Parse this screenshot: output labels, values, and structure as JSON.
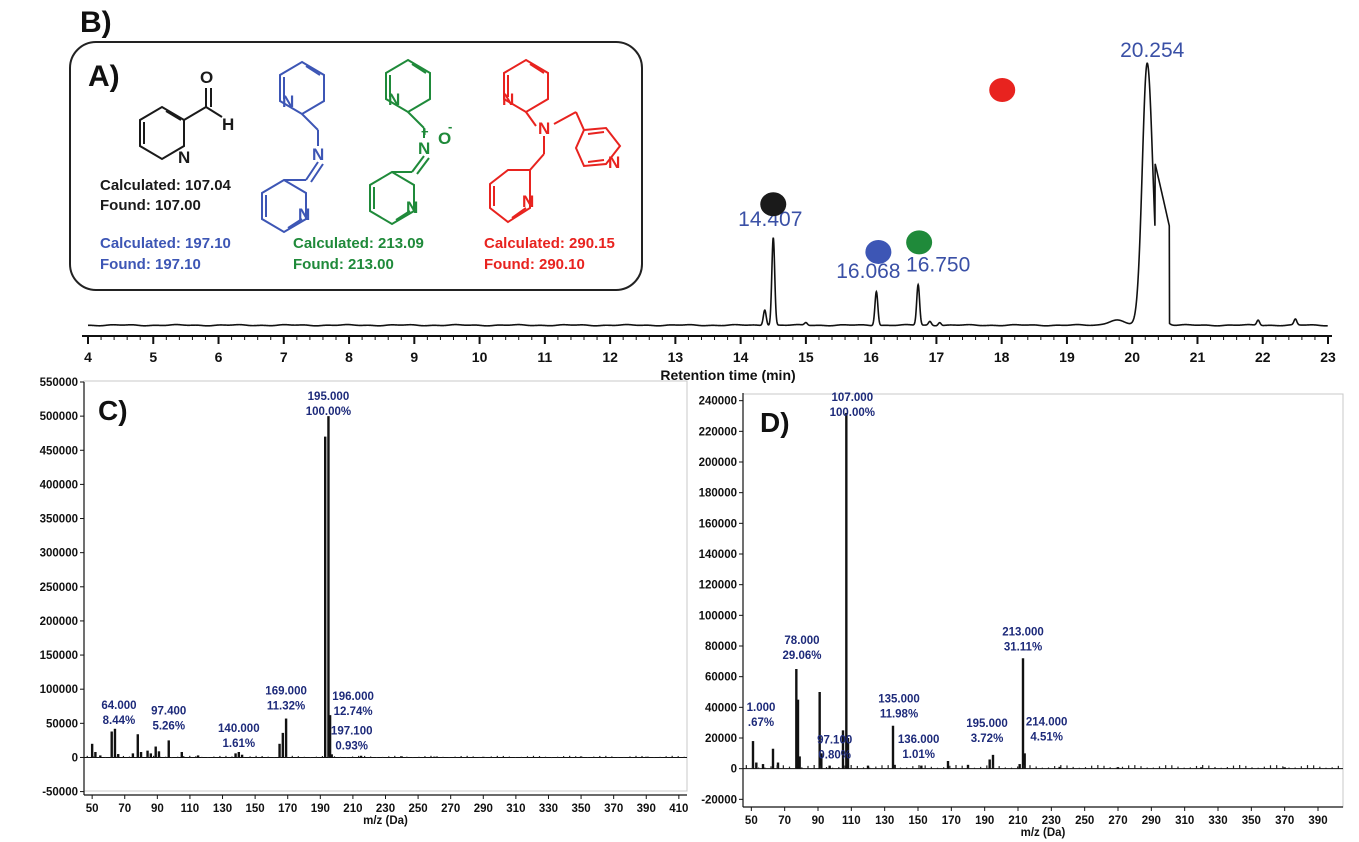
{
  "panel_labels": {
    "a": "A)",
    "b": "B)",
    "c": "C)",
    "d": "D)"
  },
  "colors": {
    "black": "#1a1a1a",
    "blue": "#3d56b5",
    "green": "#1f8a3a",
    "red": "#e8231f",
    "ann": "#1d2a7a",
    "peak_lbl": "#3a50a6"
  },
  "structures": {
    "s1": {
      "calc": "Calculated: 107.04",
      "found": "Found: 107.00",
      "o": "O",
      "h": "H",
      "n": "N"
    },
    "s2": {
      "calc": "Calculated: 197.10",
      "found": "Found: 197.10",
      "n1": "N",
      "n2": "N",
      "n3": "N"
    },
    "s3": {
      "calc": "Calculated: 213.09",
      "found": "Found: 213.00",
      "n1": "N",
      "n2": "N",
      "n3": "N",
      "o": "O",
      "plus": "+",
      "minus": "-"
    },
    "s4": {
      "calc": "Calculated: 290.15",
      "found": "Found: 290.10",
      "n1": "N",
      "n2": "N",
      "n3": "N",
      "n4": "N"
    }
  },
  "chart_data": [
    {
      "type": "line",
      "panel": "B",
      "xlabel": "Retention time (min)",
      "ylabel": "",
      "xlim": [
        4,
        23
      ],
      "xticks": [
        4,
        5,
        6,
        7,
        8,
        9,
        10,
        11,
        12,
        13,
        14,
        15,
        16,
        17,
        18,
        19,
        20,
        21,
        22,
        23
      ],
      "peaks": [
        {
          "label": "14.407",
          "x": 14.5,
          "height": 0.335,
          "marker_color": "#1a1a1a"
        },
        {
          "label": "16.068",
          "x": 16.08,
          "height": 0.13,
          "marker_color": "#3d56b5"
        },
        {
          "label": "16.750",
          "x": 16.72,
          "height": 0.155,
          "marker_color": "#1f8a3a"
        },
        {
          "label": "20.254",
          "x": 20.23,
          "height": 1.0,
          "marker_color": "#e8231f"
        }
      ],
      "minor_peaks": [
        {
          "x": 14.37,
          "height": 0.06
        },
        {
          "x": 15.0,
          "height": 0.01
        },
        {
          "x": 16.9,
          "height": 0.015
        },
        {
          "x": 17.05,
          "height": 0.012
        },
        {
          "x": 21.93,
          "height": 0.02
        },
        {
          "x": 22.5,
          "height": 0.022
        }
      ]
    },
    {
      "type": "bar",
      "panel": "C",
      "xlabel": "m/z (Da)",
      "ylabel": "",
      "xlim": [
        45,
        415
      ],
      "ylim": [
        -55000,
        550000
      ],
      "xticks": [
        50,
        70,
        90,
        110,
        130,
        150,
        170,
        190,
        210,
        230,
        250,
        270,
        290,
        310,
        330,
        350,
        370,
        390,
        410
      ],
      "yticks": [
        -50000,
        0,
        50000,
        100000,
        150000,
        200000,
        250000,
        300000,
        350000,
        400000,
        450000,
        500000,
        550000
      ],
      "bars": [
        {
          "x": 50,
          "y": 20000
        },
        {
          "x": 52,
          "y": 8000
        },
        {
          "x": 55,
          "y": 3000
        },
        {
          "x": 62,
          "y": 38000
        },
        {
          "x": 64,
          "y": 42000
        },
        {
          "x": 66,
          "y": 5000
        },
        {
          "x": 75,
          "y": 6000
        },
        {
          "x": 78,
          "y": 34000
        },
        {
          "x": 80,
          "y": 8000
        },
        {
          "x": 84,
          "y": 10000
        },
        {
          "x": 86,
          "y": 6000
        },
        {
          "x": 89,
          "y": 16000
        },
        {
          "x": 91,
          "y": 9000
        },
        {
          "x": 97,
          "y": 25000
        },
        {
          "x": 105,
          "y": 8000
        },
        {
          "x": 115,
          "y": 3000
        },
        {
          "x": 138,
          "y": 6000
        },
        {
          "x": 140,
          "y": 8000
        },
        {
          "x": 142,
          "y": 4000
        },
        {
          "x": 165,
          "y": 20000
        },
        {
          "x": 167,
          "y": 36000
        },
        {
          "x": 169,
          "y": 57000
        },
        {
          "x": 193,
          "y": 470000
        },
        {
          "x": 195,
          "y": 500000
        },
        {
          "x": 196,
          "y": 62000
        },
        {
          "x": 197,
          "y": 4600
        },
        {
          "x": 215,
          "y": 2500
        },
        {
          "x": 240,
          "y": 1500
        },
        {
          "x": 260,
          "y": 1200
        },
        {
          "x": 290,
          "y": 1000
        },
        {
          "x": 350,
          "y": 1500
        },
        {
          "x": 390,
          "y": 1000
        }
      ],
      "annotations": [
        {
          "mz": "64.000",
          "pct": "8.44%",
          "x": 64,
          "y": 42000
        },
        {
          "mz": "97.400",
          "pct": "5.26%",
          "x": 97,
          "y": 25000
        },
        {
          "mz": "140.000",
          "pct": "1.61%",
          "x": 140,
          "y": 8000
        },
        {
          "mz": "169.000",
          "pct": "11.32%",
          "x": 169,
          "y": 57000
        },
        {
          "mz": "195.000",
          "pct": "100.00%",
          "x": 195,
          "y": 500000
        },
        {
          "mz": "196.000",
          "pct": "12.74%",
          "x": 196,
          "y": 62000
        },
        {
          "mz": "197.100",
          "pct": "0.93%",
          "x": 197,
          "y": 4600
        }
      ]
    },
    {
      "type": "bar",
      "panel": "D",
      "xlabel": "m/z (Da)",
      "ylabel": "",
      "xlim": [
        45,
        405
      ],
      "ylim": [
        -25000,
        245000
      ],
      "xticks": [
        50,
        70,
        90,
        110,
        130,
        150,
        170,
        190,
        210,
        230,
        250,
        270,
        290,
        310,
        330,
        350,
        370,
        390
      ],
      "yticks": [
        -20000,
        0,
        20000,
        40000,
        60000,
        80000,
        100000,
        120000,
        140000,
        160000,
        180000,
        200000,
        220000,
        240000
      ],
      "bars": [
        {
          "x": 51,
          "y": 18000
        },
        {
          "x": 53,
          "y": 4000
        },
        {
          "x": 57,
          "y": 3000
        },
        {
          "x": 63,
          "y": 13000
        },
        {
          "x": 66,
          "y": 4000
        },
        {
          "x": 77,
          "y": 65000
        },
        {
          "x": 78,
          "y": 45000
        },
        {
          "x": 79,
          "y": 8000
        },
        {
          "x": 91,
          "y": 50000
        },
        {
          "x": 92,
          "y": 10000
        },
        {
          "x": 97,
          "y": 2000
        },
        {
          "x": 105,
          "y": 25000
        },
        {
          "x": 107,
          "y": 232000
        },
        {
          "x": 108,
          "y": 20000
        },
        {
          "x": 120,
          "y": 2000
        },
        {
          "x": 135,
          "y": 28000
        },
        {
          "x": 136,
          "y": 2500
        },
        {
          "x": 152,
          "y": 2000
        },
        {
          "x": 168,
          "y": 5000
        },
        {
          "x": 180,
          "y": 2500
        },
        {
          "x": 193,
          "y": 6000
        },
        {
          "x": 195,
          "y": 9000
        },
        {
          "x": 211,
          "y": 3000
        },
        {
          "x": 213,
          "y": 72000
        },
        {
          "x": 214,
          "y": 10000
        },
        {
          "x": 235,
          "y": 1200
        },
        {
          "x": 270,
          "y": 1000
        },
        {
          "x": 320,
          "y": 900
        },
        {
          "x": 370,
          "y": 900
        }
      ],
      "annotations": [
        {
          "mz": "1.000",
          "pct": ".67%",
          "x": 51,
          "y": 18000
        },
        {
          "mz": "78.000",
          "pct": "29.06%",
          "x": 78,
          "y": 65000
        },
        {
          "mz": "97.100",
          "pct": "0.80%",
          "x": 97,
          "y": 2000
        },
        {
          "mz": "107.000",
          "pct": "100.00%",
          "x": 107,
          "y": 232000
        },
        {
          "mz": "135.000",
          "pct": "11.98%",
          "x": 135,
          "y": 28000
        },
        {
          "mz": "136.000",
          "pct": "1.01%",
          "x": 136,
          "y": 2500
        },
        {
          "mz": "195.000",
          "pct": "3.72%",
          "x": 195,
          "y": 9000
        },
        {
          "mz": "213.000",
          "pct": "31.11%",
          "x": 213,
          "y": 72000
        },
        {
          "mz": "214.000",
          "pct": "4.51%",
          "x": 214,
          "y": 10000
        }
      ]
    }
  ]
}
